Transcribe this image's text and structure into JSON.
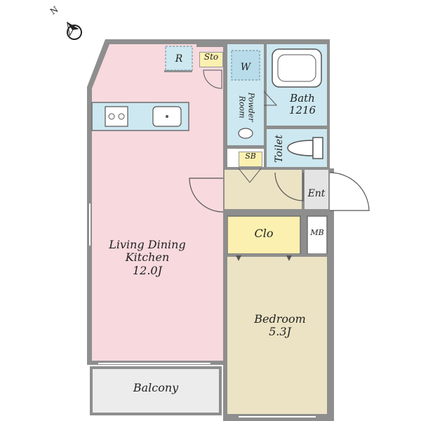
{
  "compass": {
    "label": "N"
  },
  "rooms": {
    "ldk": {
      "line1": "Living Dining",
      "line2": "Kitchen",
      "size": "12.0J"
    },
    "bedroom": {
      "name": "Bedroom",
      "size": "5.3J"
    },
    "bath": {
      "name": "Bath",
      "size": "1216"
    },
    "toilet": {
      "name": "Toilet"
    },
    "powder_room": {
      "line1": "Powder",
      "line2": "Room"
    },
    "washer": {
      "name": "W"
    },
    "storage": {
      "name": "Sto"
    },
    "refrigerator": {
      "name": "R"
    },
    "shoe_box": {
      "name": "SB"
    },
    "entrance": {
      "name": "Ent"
    },
    "closet": {
      "name": "Clo"
    },
    "meter_box": {
      "name": "MB"
    },
    "balcony": {
      "name": "Balcony"
    }
  },
  "colors": {
    "wall": "#8e8e8e",
    "ldk": "#f7d9de",
    "bedroom": "#ece3c4",
    "wet": "#cde8f0",
    "entrance": "#e4e4e4",
    "balcony": "#ececec",
    "label_box": "#fbf0b0"
  }
}
